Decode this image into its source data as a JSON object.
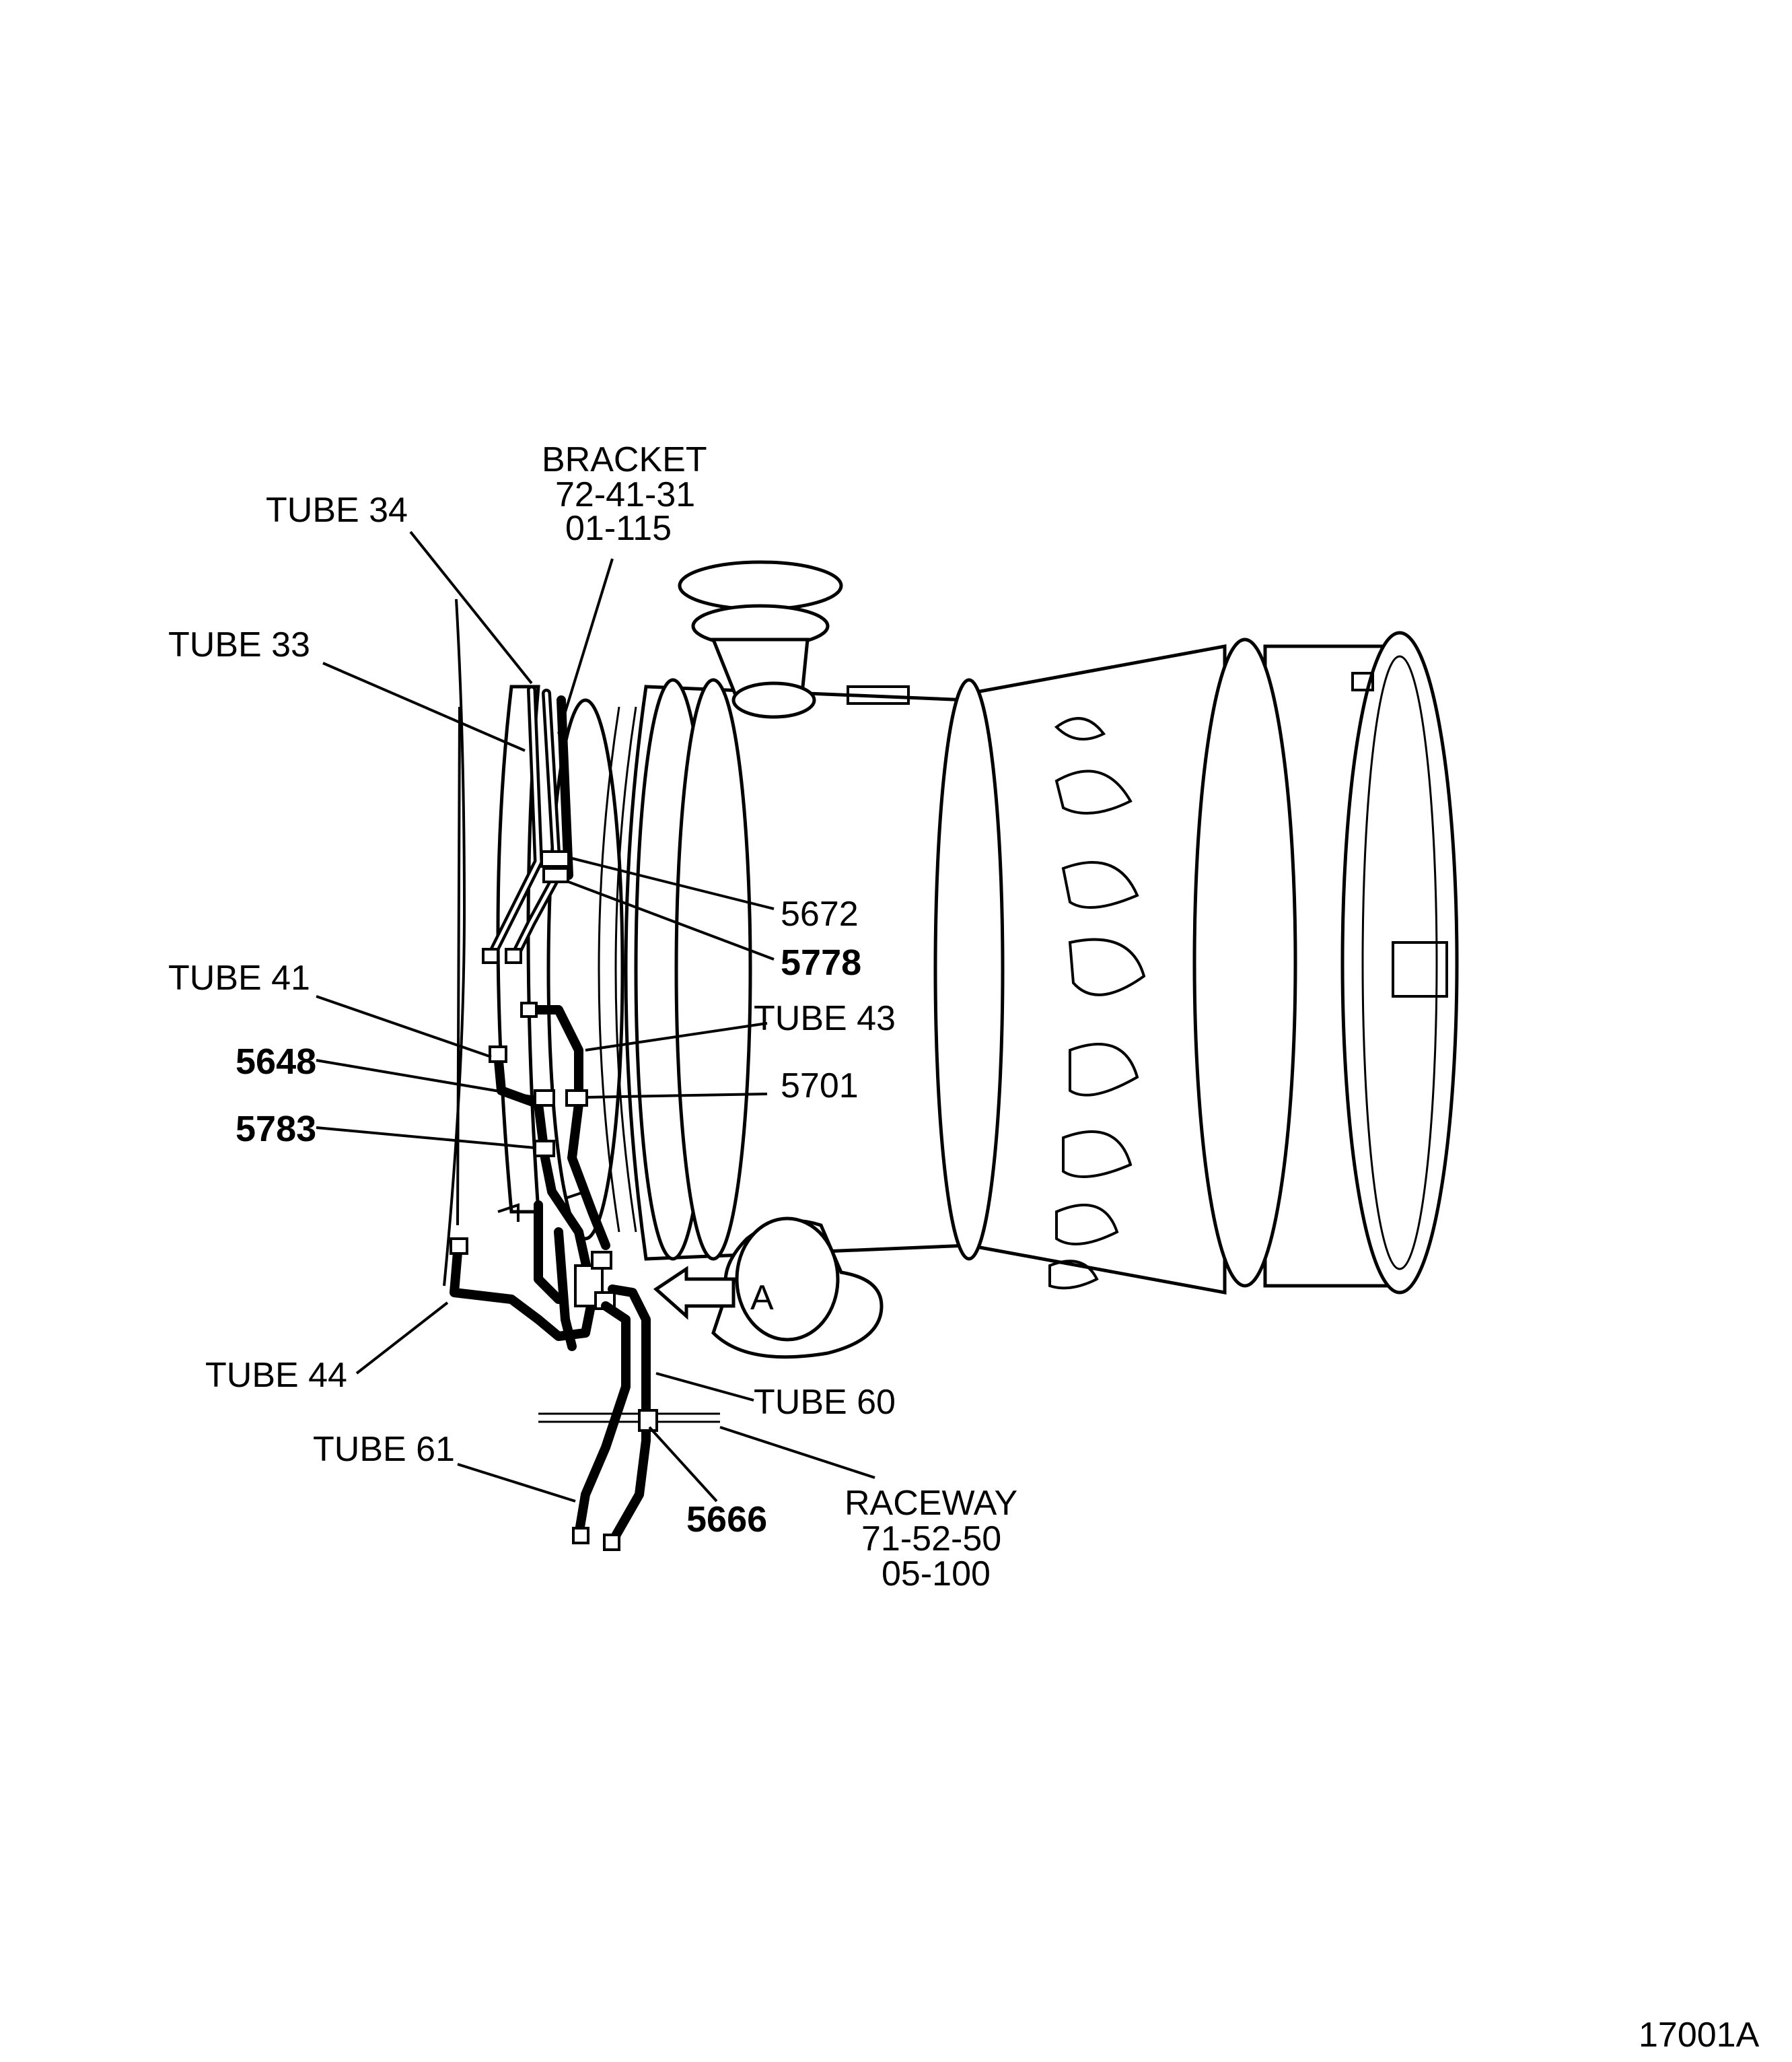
{
  "labels": {
    "bracket": [
      "BRACKET",
      "72-41-31",
      "01-115"
    ],
    "tube34": "TUBE 34",
    "tube33": "TUBE 33",
    "c5672": "5672",
    "c5778": "5778",
    "tube41": "TUBE 41",
    "tube43": "TUBE 43",
    "c5648": "5648",
    "c5701": "5701",
    "c5783": "5783",
    "viewA": "A",
    "tube44": "TUBE 44",
    "tube60": "TUBE 60",
    "tube61": "TUBE 61",
    "c5666": "5666",
    "raceway": [
      "RACEWAY",
      "71-52-50",
      "05-100"
    ],
    "figure_number": "17001A"
  }
}
